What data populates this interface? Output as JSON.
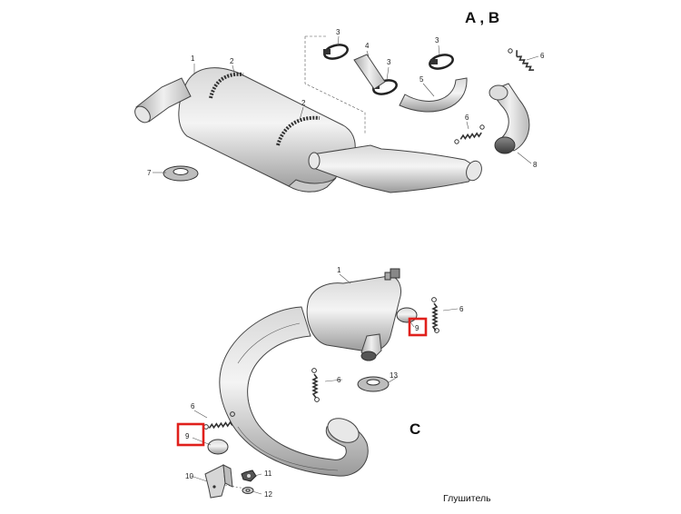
{
  "diagram": {
    "section_ab_label": "A , B",
    "section_c_label": "C",
    "caption": "Глушитель",
    "highlight_color": "#e0201c",
    "labels_ab": {
      "p1": "1",
      "p2a": "2",
      "p2b": "2",
      "p3a": "3",
      "p3b": "3",
      "p3c": "3",
      "p4": "4",
      "p5": "5",
      "p6a": "6",
      "p6b": "6",
      "p7": "7",
      "p8": "8"
    },
    "labels_c": {
      "p1": "1",
      "p6a": "6",
      "p6b": "6",
      "p6c": "6",
      "p9a": "9",
      "p9b": "9",
      "p10": "10",
      "p11": "11",
      "p12": "12",
      "p13": "13"
    }
  }
}
